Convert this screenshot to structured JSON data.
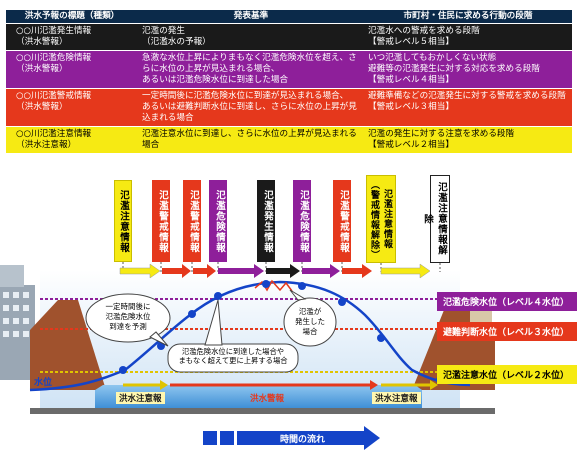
{
  "table": {
    "headers": [
      "洪水予報の標題（種類）",
      "発表基準",
      "市町村・住民に求める行動の段階"
    ],
    "rows": [
      {
        "color": "black",
        "title": "○○川氾濫発生情報\n（洪水警報）",
        "criteria": "氾濫の発生\n（氾濫水の予報）",
        "action": "氾濫水への警戒を求める段階\n【警戒レベル５相当】"
      },
      {
        "color": "purple",
        "title": "○○川氾濫危険情報\n（洪水警報）",
        "criteria": "急激な水位上昇によりまもなく氾濫危険水位を超え、さらに水位の上昇が見込まれる場合、\nあるいは氾濫危険水位に到達した場合",
        "action": "いつ氾濫してもおかしくない状態\n避難等の氾濫発生に対する対応を求める段階\n【警戒レベル４相当】"
      },
      {
        "color": "red",
        "title": "○○川氾濫警戒情報\n（洪水警報）",
        "criteria": "一定時間後に氾濫危険水位に到達が見込まれる場合、\nあるいは避難判断水位に到達し、さらに水位の上昇が見込まれる場合",
        "action": "避難準備などの氾濫発生に対する警戒を求める段階\n【警戒レベル３相当】"
      },
      {
        "color": "yellow",
        "title": "○○川氾濫注意情報\n（洪水注意報）",
        "criteria": "氾濫注意水位に到達し、さらに水位の上昇が見込まれる場合",
        "action": "氾濫の発生に対する注意を求める段階\n【警戒レベル２相当】"
      }
    ]
  },
  "timeline_labels": [
    {
      "text": "氾濫注意情報",
      "color": "yellow"
    },
    {
      "text": "氾濫警戒情報",
      "color": "red"
    },
    {
      "text": "氾濫警戒情報",
      "color": "red"
    },
    {
      "text": "氾濫危険情報",
      "color": "purple"
    },
    {
      "text": "氾濫発生情報",
      "color": "black"
    },
    {
      "text": "氾濫危険情報",
      "color": "purple"
    },
    {
      "text": "氾濫警戒情報",
      "color": "red"
    },
    {
      "text": "氾濫注意情報（警戒情報解除）",
      "color": "yellow"
    },
    {
      "text": "氾濫注意情報解除",
      "color": "white"
    }
  ],
  "levels": [
    {
      "text": "氾濫危険水位（レベル４水位）",
      "color": "purple"
    },
    {
      "text": "避難判断水位（レベル３水位）",
      "color": "red"
    },
    {
      "text": "氾濫注意水位（レベル２水位）",
      "color": "yellow"
    }
  ],
  "callouts": {
    "left": "一定時間後に\n氾濫危険水位\n到達を予測",
    "middle": "氾濫危険水位に到達した場合や\nまもなく超えて更に上昇する場合",
    "right": "氾濫が\n発生した\n場合"
  },
  "water_label": "水位",
  "bottom_labels": [
    "洪水注意報",
    "洪水警報",
    "洪水注意報"
  ],
  "time_flow": "時間の流れ",
  "colors": {
    "navy": "#0b2a4a",
    "black": "#1a1a1a",
    "purple": "#8e1f9a",
    "red": "#e5381c",
    "yellow": "#f6ea13",
    "blue": "#1444c8"
  }
}
